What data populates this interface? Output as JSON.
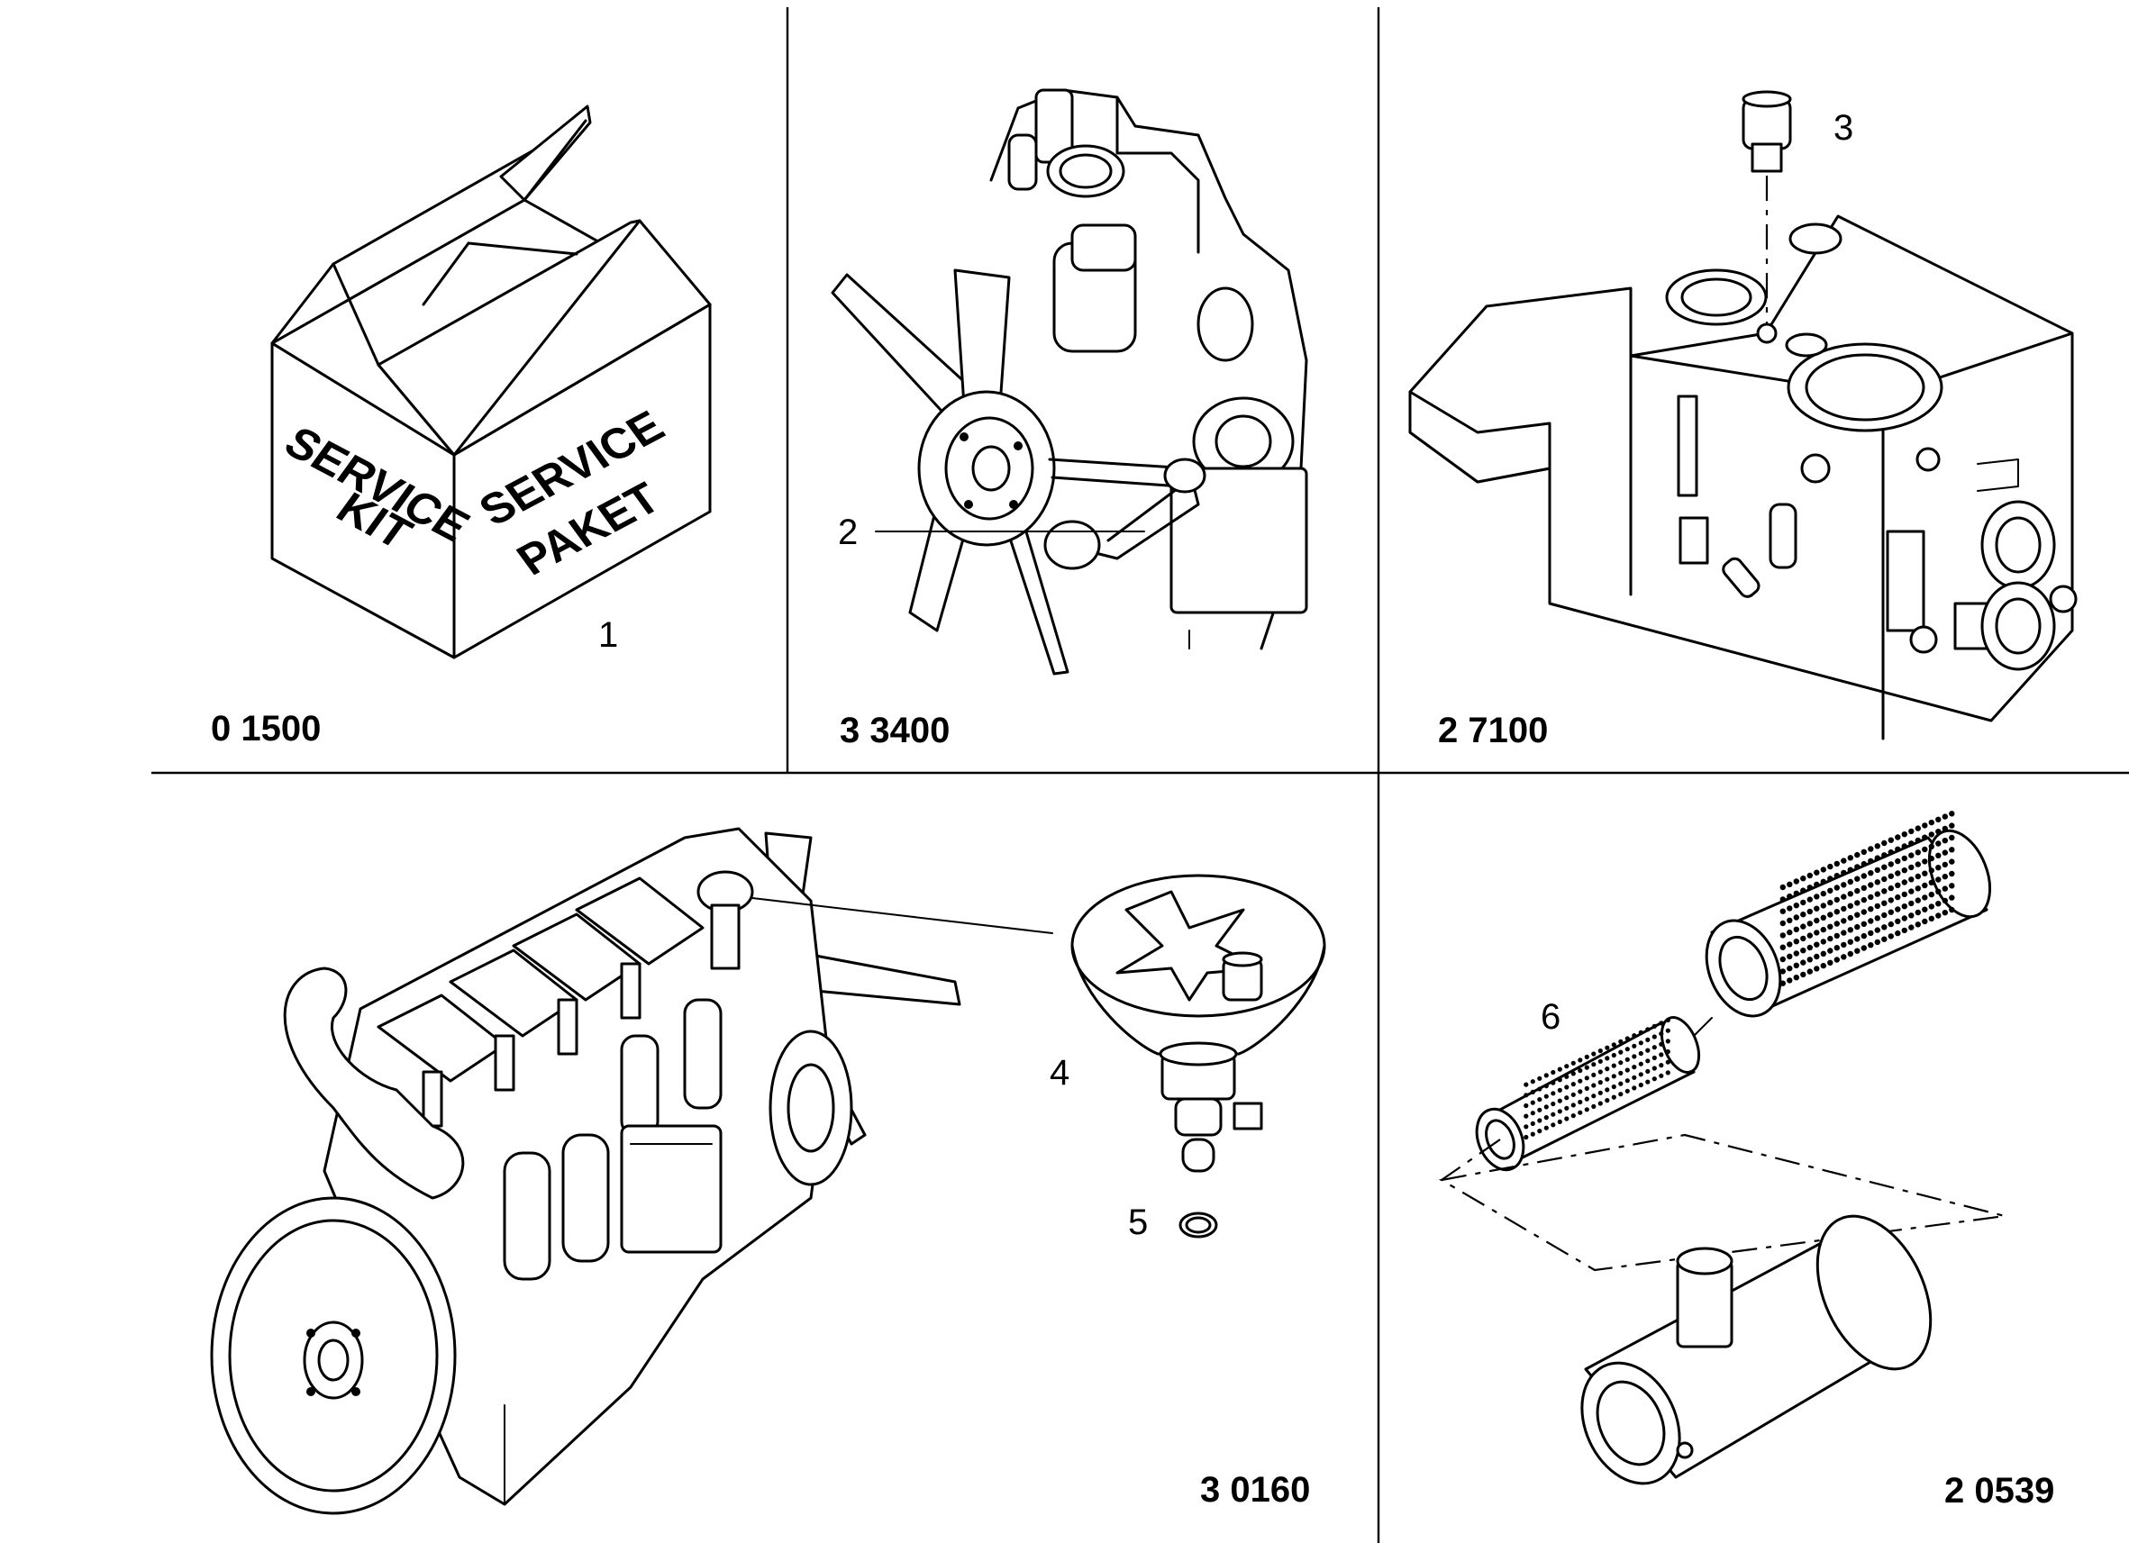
{
  "panels": [
    {
      "id": "service-kit",
      "code": "0 1500",
      "box_text": [
        "SERVICE",
        "KIT"
      ],
      "box_text_2": [
        "SERVICE",
        "PAKET"
      ],
      "callouts": [
        "1"
      ]
    },
    {
      "id": "fan-belt",
      "code": "3 3400",
      "callouts": [
        "2"
      ]
    },
    {
      "id": "tank",
      "code": "2 7100",
      "callouts": [
        "3"
      ]
    },
    {
      "id": "engine",
      "code": "3 0160",
      "callouts": [
        "4",
        "5"
      ]
    },
    {
      "id": "air-filter",
      "code": "2 0539",
      "callouts": [
        "6"
      ]
    }
  ]
}
